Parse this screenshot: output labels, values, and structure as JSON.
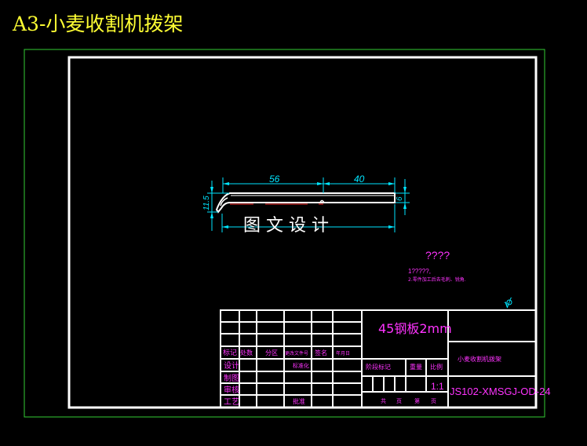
{
  "title": "A3-小麦收割机拨架",
  "drawing": {
    "watermark": "图 文 设 计",
    "dimensions": {
      "width_a": "56",
      "width_b": "40",
      "height_a": "11.5",
      "height_b": "6"
    },
    "notes": {
      "heading": "????",
      "line1": "1?????,",
      "line2": "2.零件加工后去毛刺、锐角."
    },
    "roughness_mark": "√"
  },
  "title_block": {
    "material": "45钢板2mm",
    "part_name": "小麦收割机拨架",
    "scale": "1:1",
    "drawing_no": "JS102-XMSGJ-OD-24",
    "row_headers": [
      "标记",
      "处数",
      "分区",
      "更改文件号",
      "签名",
      "年月日"
    ],
    "left_labels": [
      "设计",
      "制图",
      "审核",
      "工艺"
    ],
    "std_label": "标准化",
    "approve_label": "批准",
    "stage_label": "阶段标记",
    "weight_label": "重量",
    "scale_label": "比例",
    "sheet_labels": [
      "共",
      "页",
      "第",
      "页"
    ]
  },
  "colors": {
    "frame": "#ffffff",
    "outer_frame": "#33cc33",
    "dimension": "#00e5ff",
    "text": "#ff33ff",
    "title": "#ffff33",
    "hidden_line": "#ff3333"
  }
}
